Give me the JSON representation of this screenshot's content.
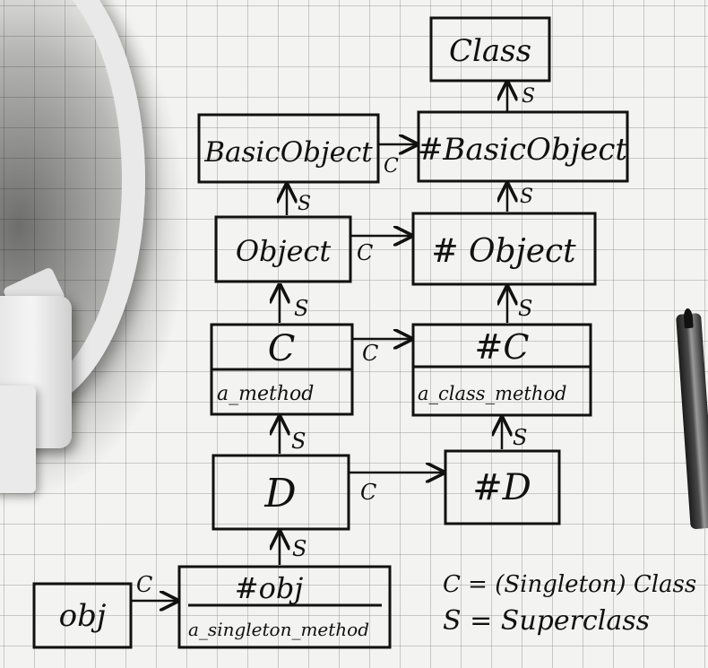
{
  "nodes": {
    "class": {
      "label": "Class"
    },
    "basic_object": {
      "label": "BasicObject"
    },
    "singleton_basic_object": {
      "label": "#BasicObject"
    },
    "object": {
      "label": "Object"
    },
    "singleton_object": {
      "label": "# Object"
    },
    "c": {
      "label": "C",
      "method": "a_method"
    },
    "singleton_c": {
      "label": "#C",
      "method": "a_class_method"
    },
    "d": {
      "label": "D"
    },
    "singleton_d": {
      "label": "#D"
    },
    "obj": {
      "label": "obj"
    },
    "singleton_obj": {
      "label": "#obj",
      "method": "a_singleton_method"
    }
  },
  "edge_labels": {
    "class_edge": "C",
    "superclass_edge": "S"
  },
  "legend": {
    "class_line": "C = (Singleton) Class",
    "superclass_line": "S = Superclass"
  }
}
